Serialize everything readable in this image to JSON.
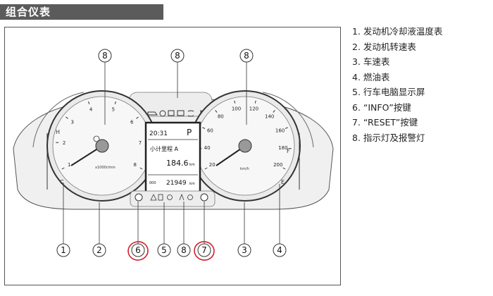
{
  "section_title": "组合仪表",
  "legend": [
    "1. 发动机冷却液温度表",
    "2. 发动机转速表",
    "3. 车速表",
    "4. 燃油表",
    "5. 行车电脑显示屏",
    "6. “INFO”按键",
    "7. “RESET”按键",
    "8. 指示灯及报警灯"
  ],
  "callouts": {
    "top_left": "8",
    "top_center": "8",
    "top_right": "8",
    "bottom": [
      "1",
      "2",
      "6",
      "5",
      "8",
      "7",
      "3",
      "4"
    ]
  },
  "tachometer": {
    "ticks": [
      "1",
      "2",
      "3",
      "4",
      "5",
      "6",
      "7",
      "8"
    ],
    "unit": "x1000r/min"
  },
  "speedometer": {
    "ticks": [
      "20",
      "40",
      "60",
      "80",
      "100",
      "120",
      "140",
      "160",
      "180",
      "200"
    ],
    "unit": "km/h"
  },
  "temp_gauge": {
    "high": "H",
    "low": "C"
  },
  "fuel_gauge": {
    "full": "F",
    "empty": "E"
  },
  "display": {
    "time": "20:31",
    "gear": "P",
    "trip_label": "小计里程 A",
    "trip_value": "184.6",
    "trip_unit": "km",
    "odo_prefix": "000",
    "odo_value": "21949",
    "odo_unit": "km"
  },
  "colors": {
    "header_bg": "#5b5b5b",
    "handwritten_circle": "#d0202a"
  }
}
